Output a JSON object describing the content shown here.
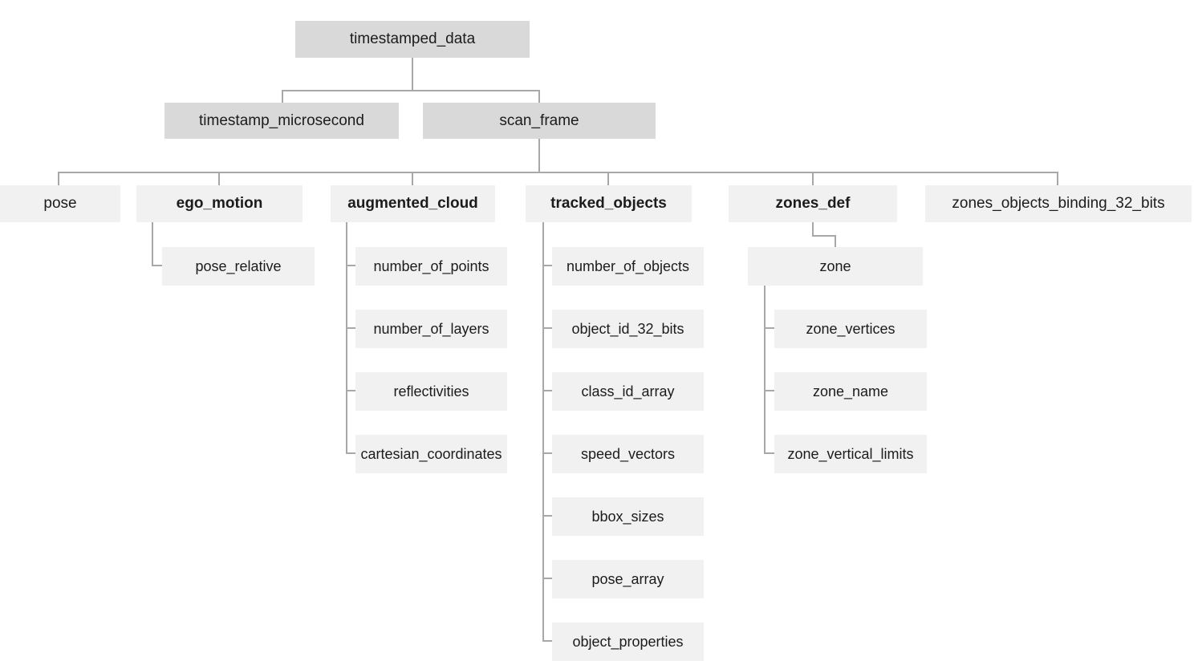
{
  "title": "timestamped_data structure diagram",
  "colors": {
    "parent_box_fill": "#d9d9d9",
    "child_box_fill": "#f1f1f1",
    "connector_line": "#a8a8a8",
    "text": "#1c1c1c",
    "background": "#ffffff"
  },
  "tree": {
    "root": {
      "label": "timestamped_data",
      "children": [
        {
          "label": "timestamp_microsecond"
        },
        {
          "label": "scan_frame",
          "children": [
            {
              "label": "pose"
            },
            {
              "label": "ego_motion",
              "children": [
                {
                  "label": "pose_relative"
                }
              ]
            },
            {
              "label": "augmented_cloud",
              "children": [
                {
                  "label": "number_of_points"
                },
                {
                  "label": "number_of_layers"
                },
                {
                  "label": "reflectivities"
                },
                {
                  "label": "cartesian_coordinates"
                }
              ]
            },
            {
              "label": "tracked_objects",
              "children": [
                {
                  "label": "number_of_objects"
                },
                {
                  "label": "object_id_32_bits"
                },
                {
                  "label": "class_id_array"
                },
                {
                  "label": "speed_vectors"
                },
                {
                  "label": "bbox_sizes"
                },
                {
                  "label": "pose_array"
                },
                {
                  "label": "object_properties"
                }
              ]
            },
            {
              "label": "zones_def",
              "children": [
                {
                  "label": "zone",
                  "children": [
                    {
                      "label": "zone_vertices"
                    },
                    {
                      "label": "zone_name"
                    },
                    {
                      "label": "zone_vertical_limits"
                    }
                  ]
                }
              ]
            },
            {
              "label": "zones_objects_binding_32_bits"
            }
          ]
        }
      ]
    }
  }
}
